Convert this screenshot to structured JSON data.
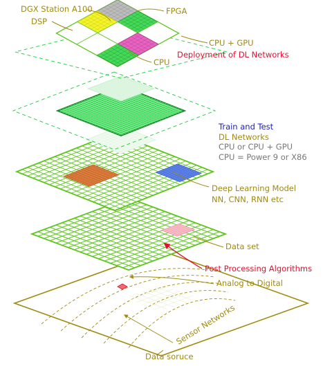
{
  "colors": {
    "olive": "#a08a10",
    "green": "#5cc61c",
    "lightgreen": "#90e07a",
    "brightgreen": "#2ed04a",
    "darkgreen": "#1c8a2c",
    "red": "#e2102e",
    "blue": "#1a1ac8",
    "gray": "#777777",
    "yellow": "#f4f42c",
    "magenta": "#e25ab8",
    "orange": "#d2691e",
    "royalblue": "#2c5ad2",
    "pink": "#f28ca0",
    "silver": "#b4b4b4"
  },
  "labels": {
    "dgx": "DGX Station A100",
    "fpga": "FPGA",
    "dsp": "DSP",
    "cpu_gpu": "CPU + GPU",
    "deploy": "Deployment of DL Networks",
    "cpu": "CPU",
    "train1": "Train and Test",
    "train2": "DL Networks",
    "train3": "CPU or CPU + GPU",
    "train4": "CPU =  Power 9 or X86",
    "dlm1": "Deep Learning Model",
    "dlm2": "NN, CNN, RNN etc",
    "dataset": "Data set",
    "postproc": "Post Processing Algorithms",
    "a2d": "Analog to Digital",
    "sensor": "Sensor Networks",
    "datasource": "Data soruce"
  }
}
